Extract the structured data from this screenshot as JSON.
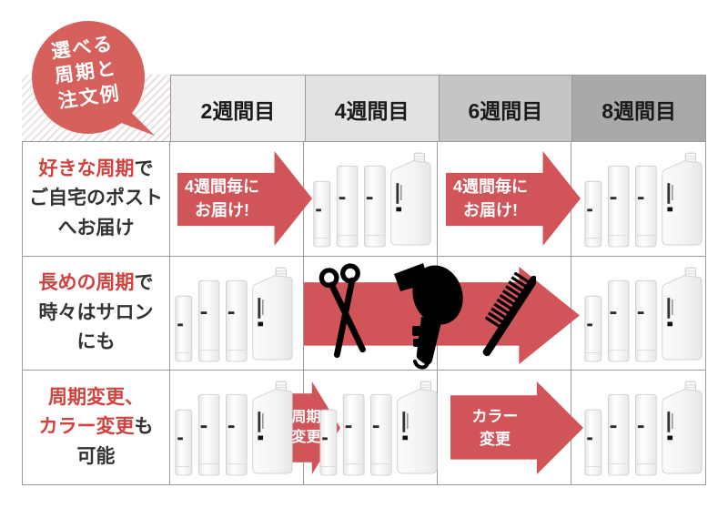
{
  "badge": {
    "line1": "選べる",
    "line2": "周期と",
    "line3": "注文例"
  },
  "table": {
    "header_columns": [
      "2週間目",
      "4週間目",
      "6週間目",
      "8週間目"
    ],
    "rows": [
      {
        "label": {
          "l1_red": "好きな周期",
          "l1_black": "で",
          "l2_red": "",
          "l2_black": "ご自宅のポスト",
          "l3_black": "へお届け"
        }
      },
      {
        "label": {
          "l1_red": "長めの周期",
          "l1_black": "で",
          "l2_red": "",
          "l2_black": "時々はサロン",
          "l3_black": "にも"
        }
      },
      {
        "label": {
          "l1_red": "周期変更、",
          "l1_black": "",
          "l2_red": "カラー変更",
          "l2_black": "も",
          "l3_black": "可能"
        }
      }
    ]
  },
  "arrows": {
    "deliver_line1": "4週間毎に",
    "deliver_line2": "お届け!",
    "cycle_line1": "周期",
    "cycle_line2": "変更",
    "color_line1": "カラー",
    "color_line2": "変更"
  },
  "icons": {
    "scissors": "scissors-icon",
    "hairdryer": "hairdryer-icon",
    "comb": "comb-icon",
    "products": "product-set (3 tubes + refill pouch)"
  },
  "colors": {
    "badge-red": "#d6605c",
    "arrow-red": "#d15459",
    "label-red": "#cf423d",
    "grid-gray": "#9b9b9b",
    "stripe-pink": "#eadfdf",
    "hdr1": "#efefef",
    "hdr2": "#e2e2e2",
    "hdr3": "#c5c5c5",
    "hdr4": "#a9a9a9",
    "header-text": "#1a1a1a",
    "body-text": "#333333"
  }
}
